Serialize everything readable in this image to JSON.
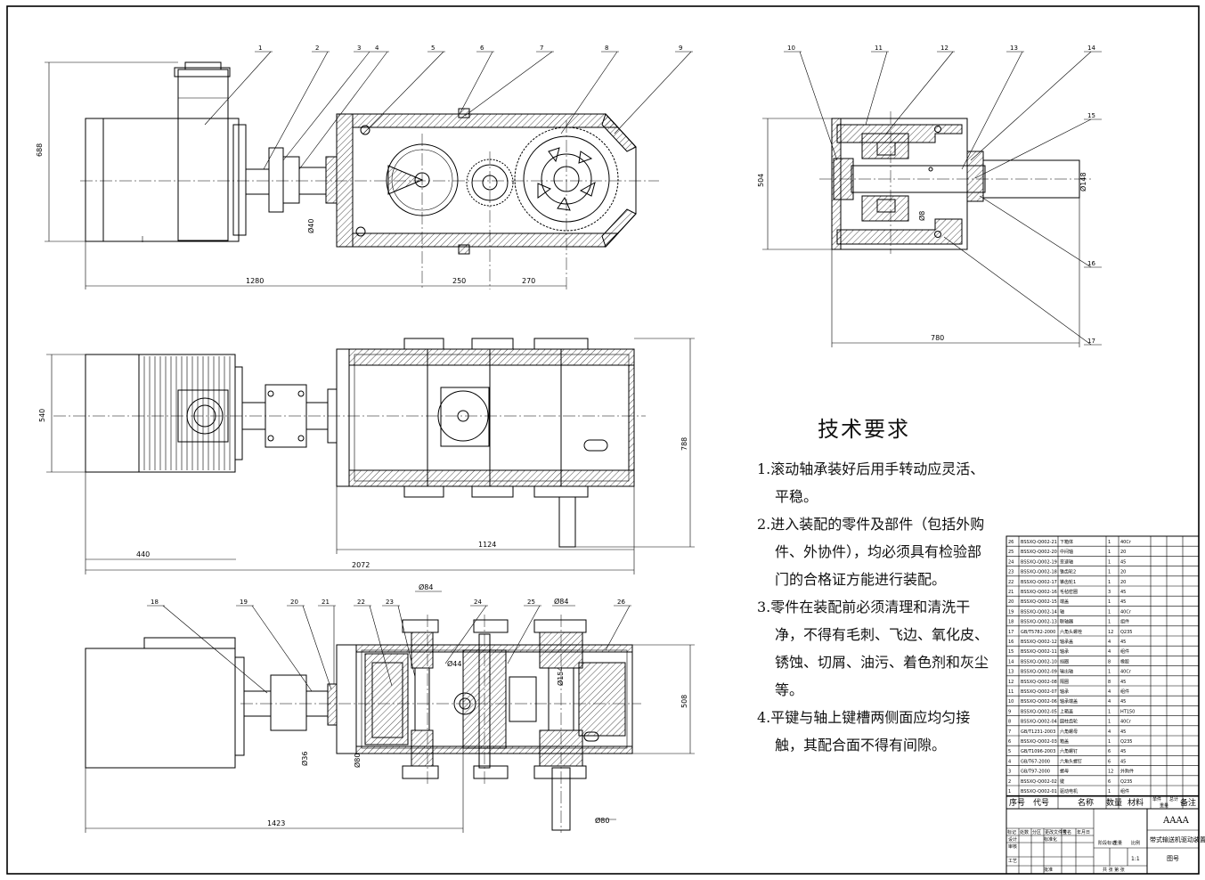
{
  "tech_requirements": {
    "title": "技术要求",
    "items": [
      "1.滚动轴承装好后用手转动应灵活、平稳。",
      "2.进入装配的零件及部件（包括外购件、外协件），均必须具有检验部门的合格证方能进行装配。",
      "3.零件在装配前必须清理和清洗干净，不得有毛刺、飞边、氧化皮、锈蚀、切屑、油污、着色剂和灰尘等。",
      "4.平键与轴上键槽两侧面应均匀接触，其配合面不得有间隙。"
    ]
  },
  "dimensions": {
    "front": {
      "height_688": "688",
      "len_1280": "1280",
      "len_250": "250",
      "len_270": "270",
      "shaft_dia": "Ø40"
    },
    "side": {
      "height_504": "504",
      "width_780": "780",
      "shaft_dia": "Ø148",
      "shaft_dia2": "Ø8"
    },
    "top": {
      "w_540": "540",
      "h_788": "788",
      "len_440": "440",
      "len_1124": "1124",
      "len_2072": "2072"
    },
    "section": {
      "h_508": "508",
      "len_1423": "1423",
      "d_84a": "Ø84",
      "d_84b": "Ø84",
      "d_44": "Ø44",
      "d_154": "Ø154",
      "d_36": "Ø36",
      "d_80a": "Ø80",
      "d_80b": "Ø80"
    }
  },
  "balloons": [
    "1",
    "2",
    "3",
    "4",
    "5",
    "6",
    "7",
    "8",
    "9",
    "10",
    "11",
    "12",
    "13",
    "14",
    "15",
    "16",
    "17",
    "18",
    "19",
    "20",
    "21",
    "22",
    "23",
    "24",
    "25",
    "26"
  ],
  "parts_list": [
    [
      "26",
      "BSSXQ-Q002-21",
      "下箱体",
      "1",
      "40Cr"
    ],
    [
      "25",
      "BSSXQ-Q002-20",
      "中间轴",
      "1",
      "20"
    ],
    [
      "24",
      "BSSXQ-Q002-19",
      "变速轴",
      "1",
      "45"
    ],
    [
      "23",
      "BSSXQ-Q002-18",
      "锥齿轮2",
      "1",
      "20"
    ],
    [
      "22",
      "BSSXQ-Q002-17",
      "锥齿轮1",
      "1",
      "20"
    ],
    [
      "21",
      "BSSXQ-Q002-16",
      "毛毡密圈",
      "3",
      "45"
    ],
    [
      "20",
      "BSSXQ-Q002-15",
      "端盖",
      "1",
      "45"
    ],
    [
      "19",
      "BSSXQ-Q002-14",
      "轴",
      "1",
      "40Cr"
    ],
    [
      "18",
      "BSSXQ-Q002-13",
      "联轴器",
      "1",
      "组件"
    ],
    [
      "17",
      "GB/T5782-2000",
      "六角头螺栓",
      "12",
      "Q235"
    ],
    [
      "16",
      "BSSXQ-Q002-12",
      "轴承盖",
      "4",
      "45"
    ],
    [
      "15",
      "BSSXQ-Q002-11",
      "轴承",
      "4",
      "组件"
    ],
    [
      "14",
      "BSSXQ-Q002-10",
      "挡圈",
      "8",
      "橡胶"
    ],
    [
      "13",
      "BSSXQ-Q002-09",
      "输出轴",
      "1",
      "40Cr"
    ],
    [
      "12",
      "BSSXQ-Q002-08",
      "隔圈",
      "8",
      "45"
    ],
    [
      "11",
      "BSSXQ-Q002-07",
      "轴承",
      "4",
      "组件"
    ],
    [
      "10",
      "BSSXQ-Q002-06",
      "轴承端盖",
      "4",
      "45"
    ],
    [
      "9",
      "BSSXQ-Q002-05",
      "上箱盖",
      "1",
      "HT150"
    ],
    [
      "8",
      "BSSXQ-Q002-04",
      "圆柱齿轮",
      "1",
      "40Cr"
    ],
    [
      "7",
      "GB/T1231-2003",
      "六角螺母",
      "4",
      "45"
    ],
    [
      "6",
      "BSSXQ-Q002-03",
      "箱盖",
      "1",
      "Q235"
    ],
    [
      "5",
      "GB/T1096-2003",
      "六角螺钉",
      "6",
      "45"
    ],
    [
      "4",
      "GB/T67-2000",
      "六角头螺钉",
      "6",
      "45"
    ],
    [
      "3",
      "GB/T97-2000",
      "螺母",
      "12",
      "外购件"
    ],
    [
      "2",
      "BSSXQ-Q002-02",
      "键",
      "6",
      "Q235"
    ],
    [
      "1",
      "BSSXQ-Q002-01",
      "驱动电机",
      "1",
      "组件"
    ]
  ],
  "parts_header": {
    "seq": "序号",
    "code": "代号",
    "name": "名称",
    "qty": "数量",
    "material": "材料",
    "unit": "单件",
    "total": "总计",
    "weight": "重量",
    "note": "备注"
  },
  "title_block": {
    "drawing_no": "AAAA",
    "drawing_name": "带式输送机驱动装置",
    "scale": "1:1",
    "sheet": "图号",
    "row_labels": [
      "标记",
      "处数",
      "分区",
      "更改文件号",
      "签名",
      "年月日"
    ],
    "design": "设计",
    "check": "审核",
    "process": "工艺",
    "standard": "标准化",
    "approve": "批准",
    "stage_mark": "阶段标记",
    "weight_label": "重量",
    "scale_label": "比例",
    "sheets": "共 张 第 张"
  }
}
